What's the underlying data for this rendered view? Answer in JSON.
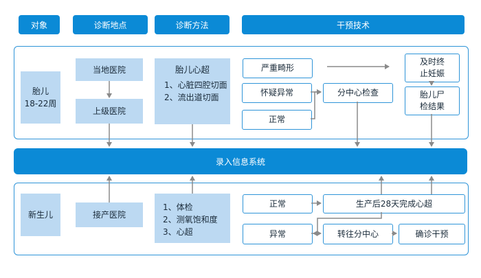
{
  "headers": {
    "object": "对象",
    "location": "诊断地点",
    "method": "诊断方法",
    "intervention": "干预技术"
  },
  "band": {
    "label": "录入信息系统"
  },
  "fetus": {
    "subject_line1": "胎儿",
    "subject_line2": "18-22周",
    "local_hospital": "当地医院",
    "upper_hospital": "上级医院",
    "method_title": "胎儿心超",
    "method_items": [
      "1、心脏四腔切面",
      "2、流出道切面"
    ],
    "severe": "严重畸形",
    "suspected": "怀疑异常",
    "normal": "正常",
    "center_check": "分中心检查",
    "terminate_line1": "及时终",
    "terminate_line2": "止妊娠",
    "autopsy_line1": "胎儿尸",
    "autopsy_line2": "检结果"
  },
  "newborn": {
    "subject": "新生儿",
    "hospital": "接产医院",
    "method_items": [
      "1、体检",
      "2、测氧饱和度",
      "3、心超"
    ],
    "normal": "正常",
    "abnormal": "异常",
    "echo_28": "生产后28天完成心超",
    "transfer": "转往分中心",
    "confirm": "确诊干预"
  }
}
